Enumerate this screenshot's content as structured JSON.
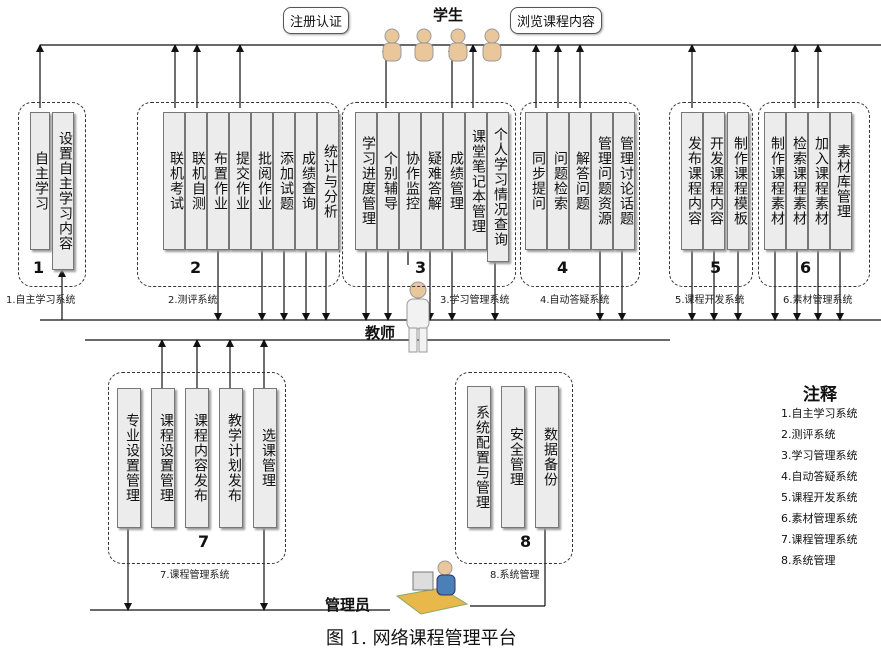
{
  "roles": {
    "student": "学生",
    "teacher": "教师",
    "admin": "管理员"
  },
  "callouts": {
    "register": "注册认证",
    "browse": "浏览课程内容"
  },
  "groups": [
    {
      "num": "1",
      "label": "1.自主学习系统",
      "modules": [
        "自主学习",
        "设置自主学习内容"
      ]
    },
    {
      "num": "2",
      "label": "2.测评系统",
      "modules": [
        "联机考试",
        "联机自测",
        "布置作业",
        "提交作业",
        "批阅作业",
        "添加试题",
        "成绩查询",
        "统计与分析"
      ]
    },
    {
      "num": "3",
      "label": "3.学习管理系统",
      "modules": [
        "学习进度管理",
        "个别辅导",
        "协作监控",
        "疑难答解",
        "成绩管理",
        "课堂笔记本管理",
        "个人学习情况查询"
      ]
    },
    {
      "num": "4",
      "label": "4.自动答疑系统",
      "modules": [
        "同步提问",
        "问题检索",
        "解答问题",
        "管理问题资源",
        "管理讨论话题"
      ]
    },
    {
      "num": "5",
      "label": "5.课程开发系统",
      "modules": [
        "发布课程内容",
        "开发课程内容",
        "制作课程模板"
      ]
    },
    {
      "num": "6",
      "label": "6.素材管理系统",
      "modules": [
        "制作课程素材",
        "检索课程素材",
        "加入课程素材",
        "素材库管理"
      ]
    },
    {
      "num": "7",
      "label": "7.课程管理系统",
      "modules": [
        "专业设置管理",
        "课程设置管理",
        "课程内容发布",
        "教学计划发布",
        "选课管理"
      ]
    },
    {
      "num": "8",
      "label": "8.系统管理",
      "modules": [
        "系统配置与管理",
        "安全管理",
        "数据备份"
      ]
    }
  ],
  "notes": {
    "title": "注释",
    "items": [
      "1.自主学习系统",
      "2.测评系统",
      "3.学习管理系统",
      "4.自动答疑系统",
      "5.课程开发系统",
      "6.素材管理系统",
      "7.课程管理系统",
      "8.系统管理"
    ]
  },
  "caption": "图 1. 网络课程管理平台"
}
